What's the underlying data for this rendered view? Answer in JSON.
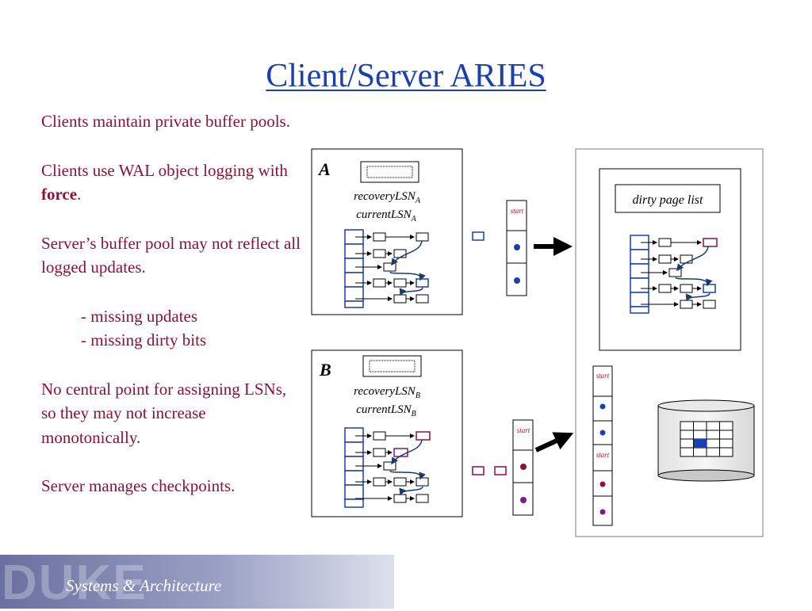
{
  "slide": {
    "title": "Client/Server ARIES",
    "bullets": {
      "p1": "Clients maintain private buffer pools.",
      "p2_before": "Clients use WAL object logging with ",
      "p2_bold": "force",
      "p2_after": ".",
      "p3": "Server’s buffer pool may not reflect all logged updates.",
      "p3_sub1": "- missing updates",
      "p3_sub2": "- missing dirty bits",
      "p4": "No central point for assigning LSNs, so they may not increase monotonically.",
      "p5": "Server manages checkpoints."
    },
    "footer": {
      "logo": "DUKE",
      "text": "Systems & Architecture"
    }
  },
  "diagram": {
    "client_a": {
      "label": "A",
      "recovery": "recoveryLSN",
      "current": "currentLSN",
      "sub": "A"
    },
    "client_b": {
      "label": "B",
      "recovery": "recoveryLSN",
      "current": "currentLSN",
      "sub": "B"
    },
    "dirty_page_list": "dirty page list",
    "log_start": "start",
    "colors": {
      "blue": "#1a3fb0",
      "magenta": "#8b1236",
      "purple": "#7a1a8a",
      "title": "#1a3fb0",
      "text": "#8b1236"
    }
  }
}
